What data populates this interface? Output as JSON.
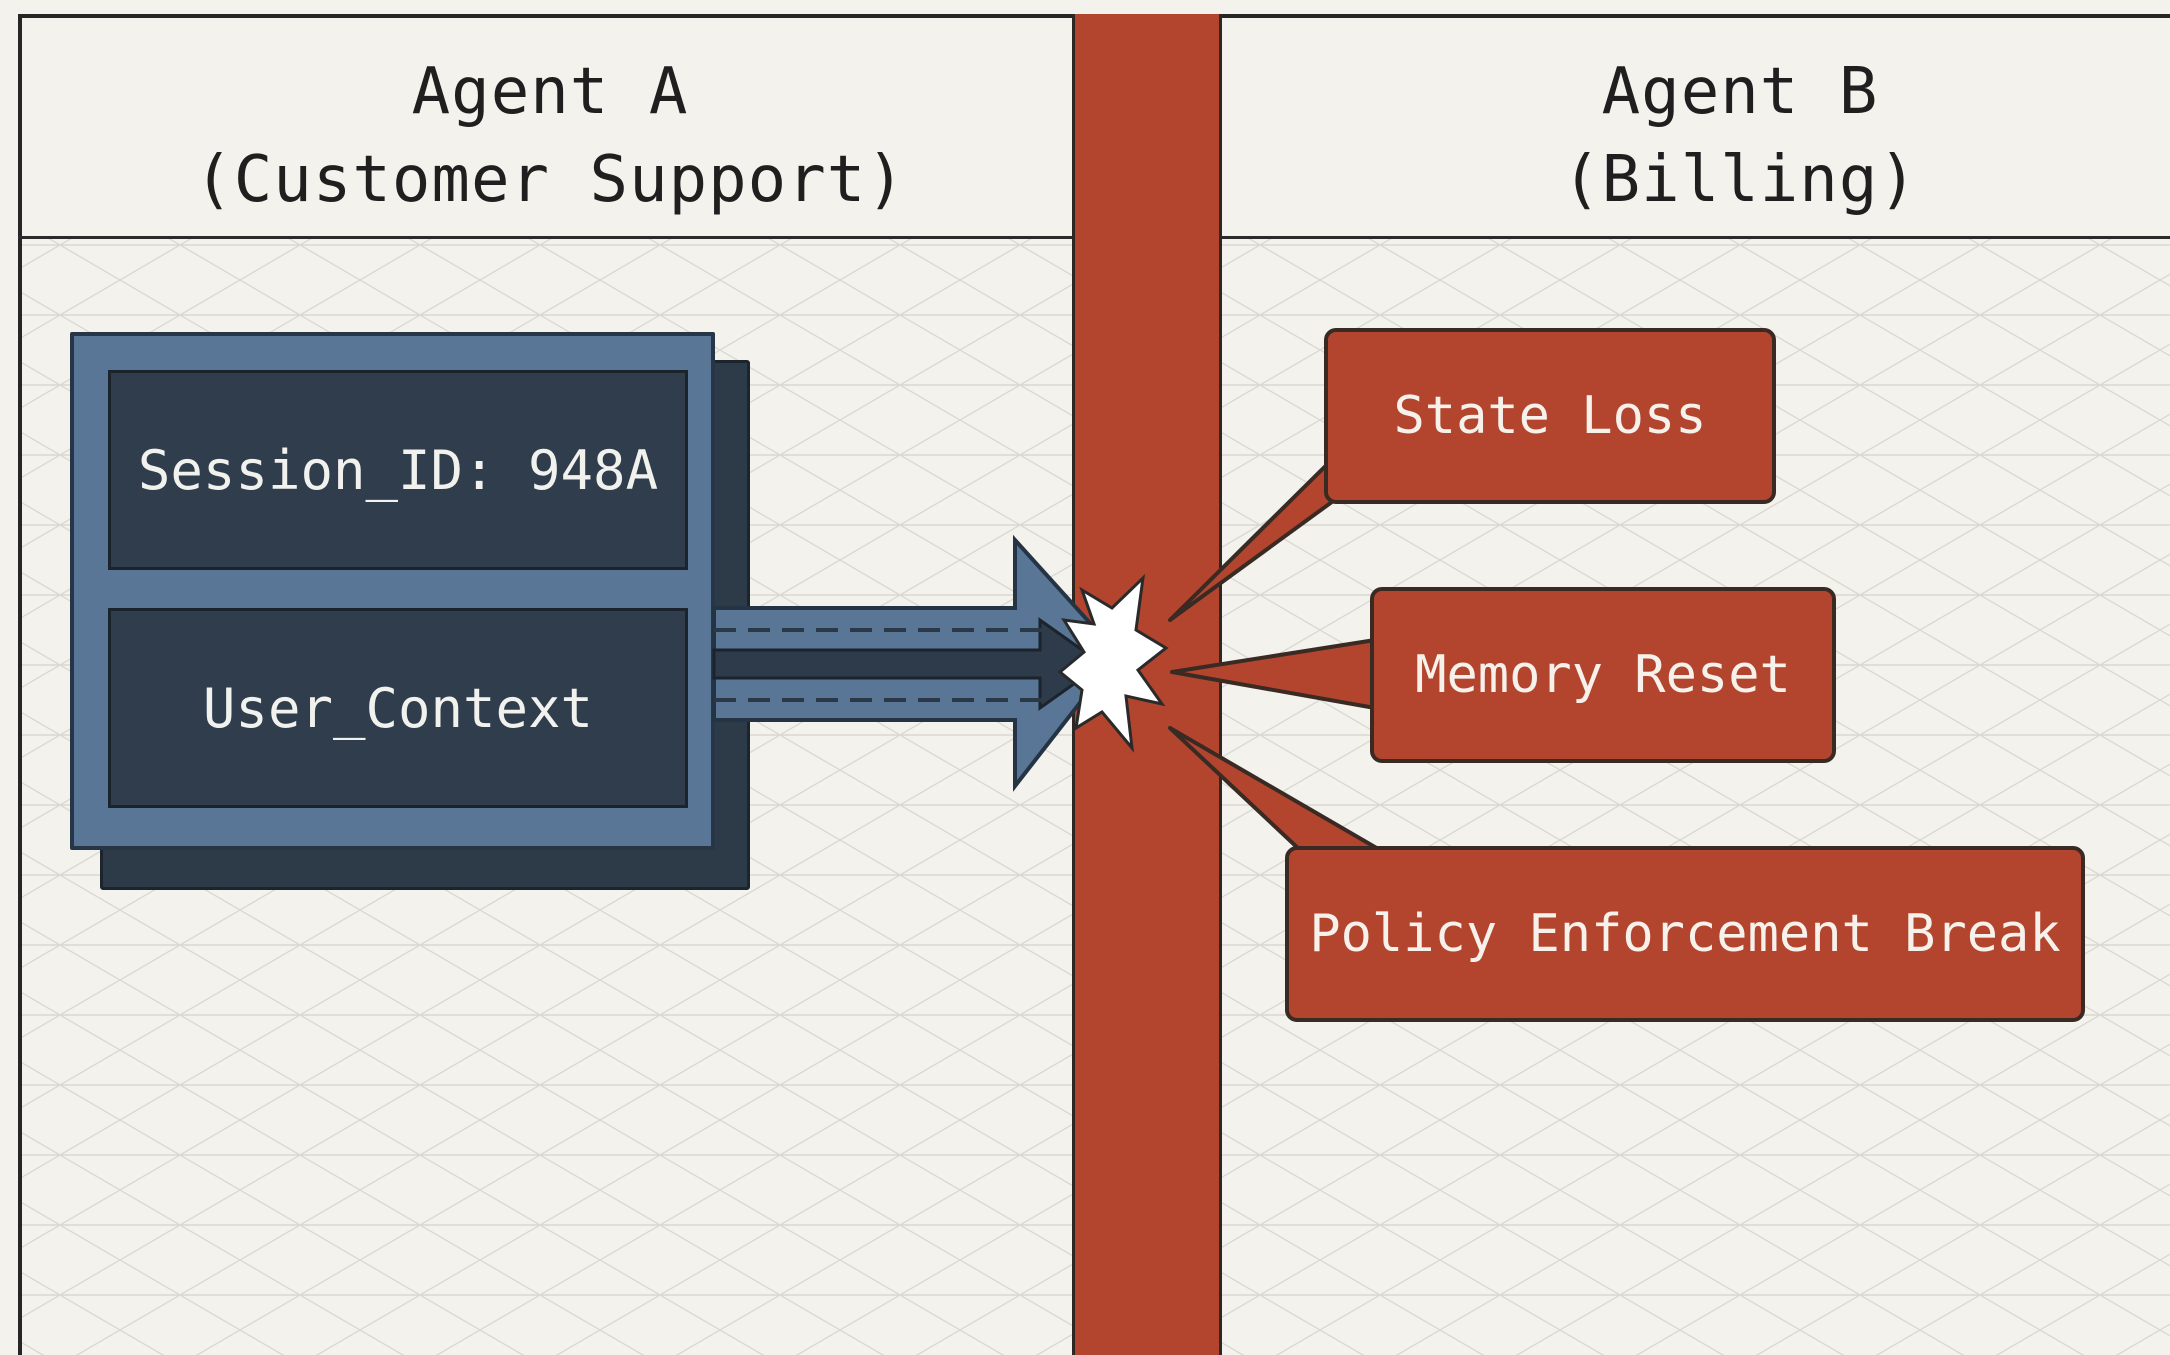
{
  "header": {
    "agent_a": "Agent A\n(Customer Support)",
    "agent_b": "Agent B\n(Billing)"
  },
  "data_block": {
    "session": "Session_ID: 948A",
    "context": "User_Context"
  },
  "callouts": {
    "state_loss": "State Loss",
    "memory_reset": "Memory Reset",
    "policy_break": "Policy Enforcement Break"
  },
  "colors": {
    "background": "#f3f2ec",
    "barrier": "#b3452f",
    "block": "#5a7696",
    "slot": "#2f3d4c",
    "callout": "#b3452f"
  }
}
